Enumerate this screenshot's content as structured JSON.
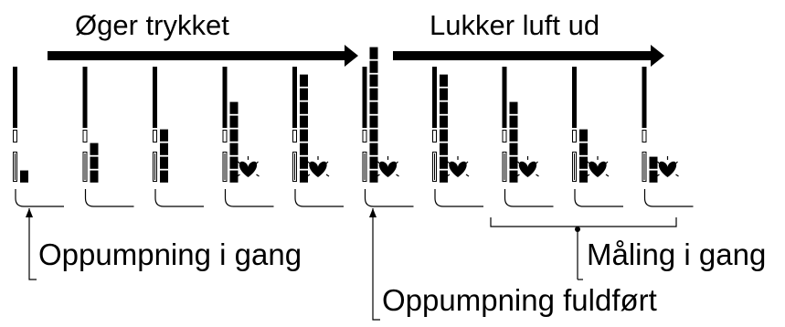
{
  "header": {
    "left_label": "Øger trykket",
    "right_label": "Lukker luft ud"
  },
  "callouts": {
    "inflating": "Oppumpning i gang",
    "inflation_complete": "Oppumpning fuldført",
    "measuring": "Måling i gang"
  },
  "panels": [
    {
      "stage": "inflating",
      "filled_segments": 1,
      "heart": false
    },
    {
      "stage": "inflating",
      "filled_segments": 3,
      "heart": false
    },
    {
      "stage": "inflating",
      "filled_segments": 4,
      "heart": false
    },
    {
      "stage": "inflating",
      "filled_segments": 6,
      "heart": true
    },
    {
      "stage": "inflating",
      "filled_segments": 8,
      "heart": true
    },
    {
      "stage": "inflation_complete",
      "filled_segments": 10,
      "heart": true
    },
    {
      "stage": "deflating",
      "filled_segments": 8,
      "heart": true
    },
    {
      "stage": "measuring",
      "filled_segments": 6,
      "heart": true
    },
    {
      "stage": "measuring",
      "filled_segments": 4,
      "heart": true
    },
    {
      "stage": "measuring",
      "filled_segments": 2,
      "heart": true
    }
  ],
  "colors": {
    "ink": "#000000",
    "background": "#ffffff"
  }
}
